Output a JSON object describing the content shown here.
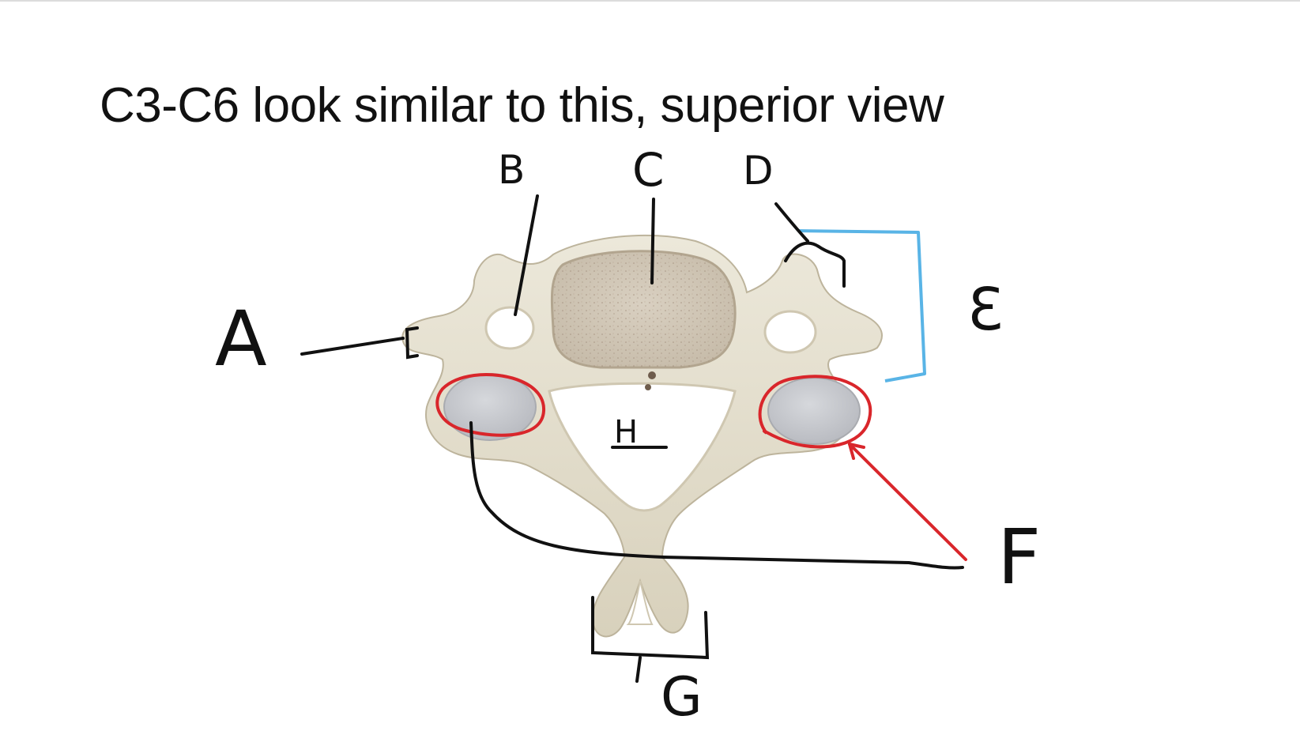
{
  "slide": {
    "title": "C3-C6 look similar to this, superior view"
  },
  "labels": {
    "a": "A",
    "b": "B",
    "c": "C",
    "d": "D",
    "e": "Ɛ",
    "f": "F",
    "g": "G",
    "h": "H"
  },
  "colors": {
    "ink": "#111111",
    "red_annotation": "#d9262b",
    "blue_annotation": "#59b4e6",
    "bone": "#e6e1d1",
    "bone_shadow": "#c9c2ac",
    "articular_facet": "#c9cbcf"
  }
}
